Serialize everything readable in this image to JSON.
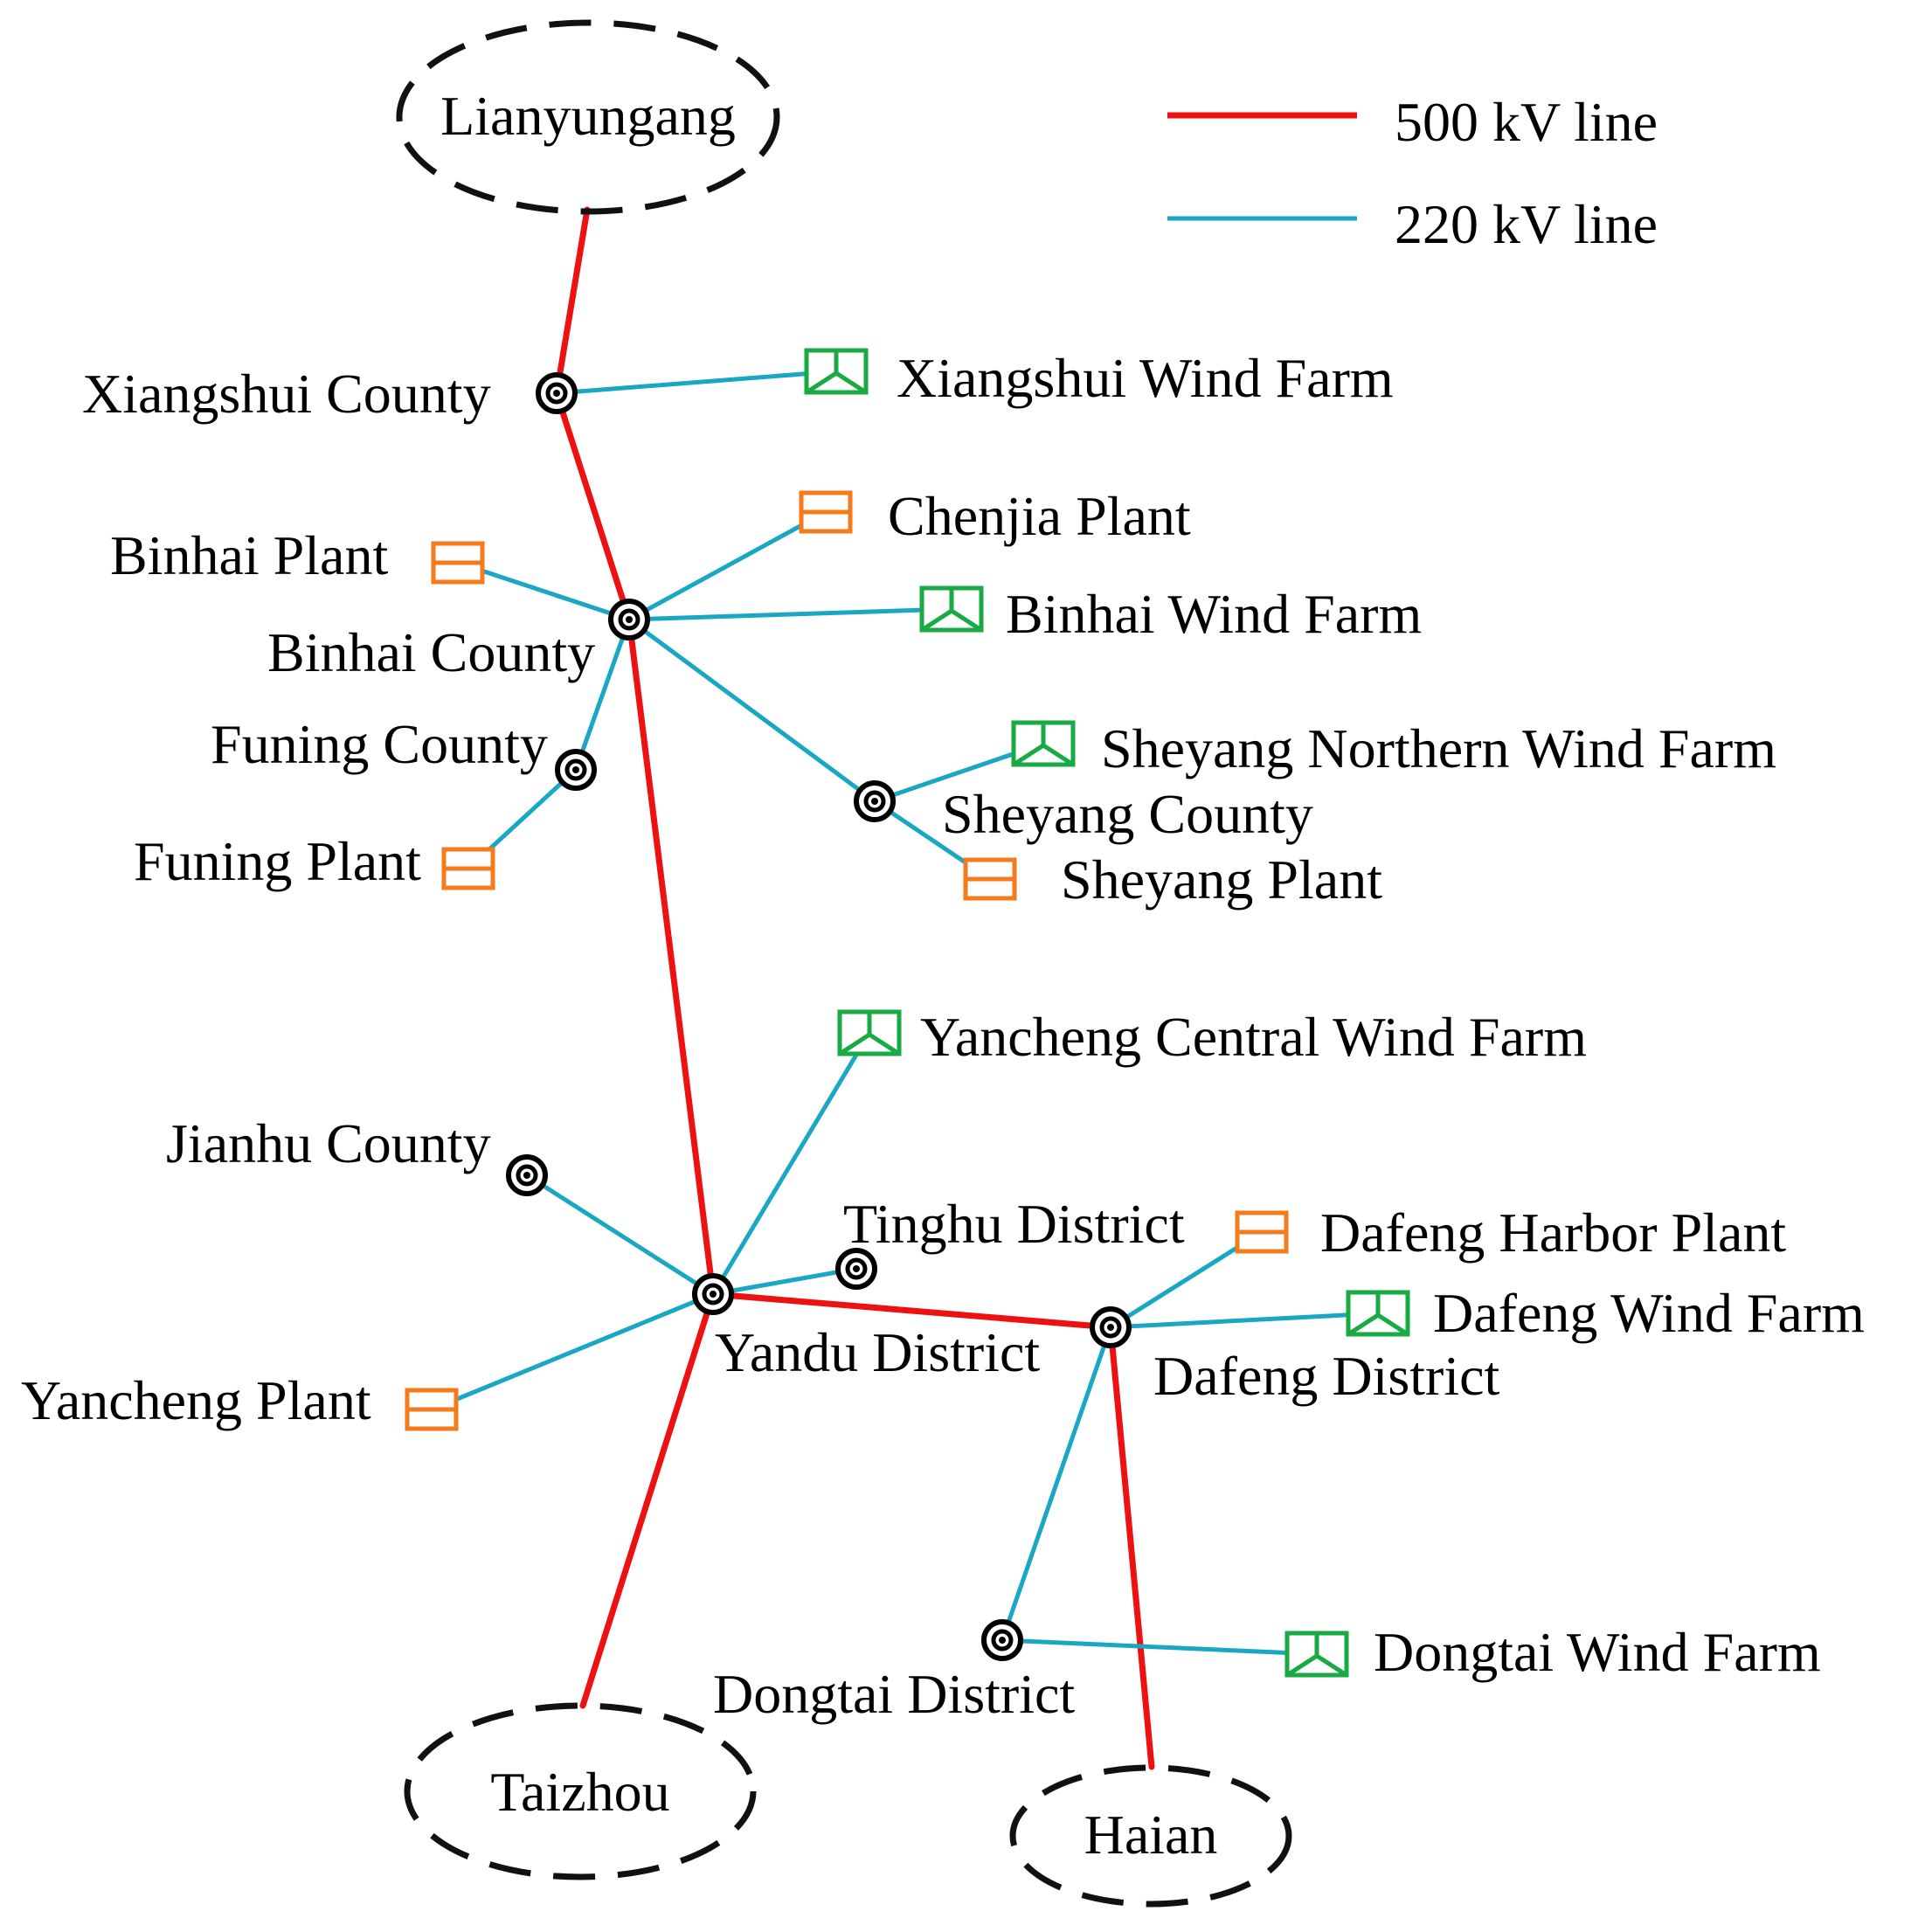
{
  "legend": {
    "line500": {
      "label": "500 kV line",
      "color": "#ee1111"
    },
    "line220": {
      "label": "220 kV line",
      "color": "#1aa7c4"
    }
  },
  "colors": {
    "wind_farm": "#1aaa44",
    "plant": "#f47a1a",
    "substation": "#000000",
    "external": "#111111"
  },
  "icons": {
    "substation": "substation-icon",
    "wind_farm": "wind-farm-icon",
    "plant": "power-plant-icon",
    "external": "external-grid-icon"
  },
  "nodes": {
    "lianyungang": {
      "label": "Lianyungang",
      "kind": "external"
    },
    "taizhou": {
      "label": "Taizhou",
      "kind": "external"
    },
    "haian": {
      "label": "Haian",
      "kind": "external"
    },
    "xiangshui_county": {
      "label": "Xiangshui County",
      "kind": "substation"
    },
    "binhai_county": {
      "label": "Binhai County",
      "kind": "substation"
    },
    "funing_county": {
      "label": "Funing County",
      "kind": "substation"
    },
    "sheyang_county": {
      "label": "Sheyang County",
      "kind": "substation"
    },
    "jianhu_county": {
      "label": "Jianhu County",
      "kind": "substation"
    },
    "tinghu_district": {
      "label": "Tinghu District",
      "kind": "substation"
    },
    "yandu_district": {
      "label": "Yandu District",
      "kind": "substation"
    },
    "dafeng_district": {
      "label": "Dafeng District",
      "kind": "substation"
    },
    "dongtai_district": {
      "label": "Dongtai District",
      "kind": "substation"
    },
    "xiangshui_wind": {
      "label": "Xiangshui Wind Farm",
      "kind": "wind_farm"
    },
    "binhai_wind": {
      "label": "Binhai Wind Farm",
      "kind": "wind_farm"
    },
    "sheyang_north_wind": {
      "label": "Sheyang Northern Wind Farm",
      "kind": "wind_farm"
    },
    "yancheng_central_wind": {
      "label": "Yancheng Central Wind Farm",
      "kind": "wind_farm"
    },
    "dafeng_wind": {
      "label": "Dafeng Wind Farm",
      "kind": "wind_farm"
    },
    "dongtai_wind": {
      "label": "Dongtai Wind Farm",
      "kind": "wind_farm"
    },
    "chenjia_plant": {
      "label": "Chenjia  Plant",
      "kind": "plant"
    },
    "binhai_plant": {
      "label": "Binhai Plant",
      "kind": "plant"
    },
    "funing_plant": {
      "label": "Funing Plant",
      "kind": "plant"
    },
    "sheyang_plant": {
      "label": "Sheyang Plant",
      "kind": "plant"
    },
    "dafeng_harbor_plant": {
      "label": "Dafeng Harbor Plant",
      "kind": "plant"
    },
    "yancheng_plant": {
      "label": "Yancheng Plant",
      "kind": "plant"
    }
  },
  "lines": [
    {
      "from": "lianyungang",
      "to": "xiangshui_county",
      "voltage": "500 kV"
    },
    {
      "from": "xiangshui_county",
      "to": "binhai_county",
      "voltage": "500 kV"
    },
    {
      "from": "binhai_county",
      "to": "yandu_district",
      "voltage": "500 kV"
    },
    {
      "from": "yandu_district",
      "to": "taizhou",
      "voltage": "500 kV"
    },
    {
      "from": "yandu_district",
      "to": "dafeng_district",
      "voltage": "500 kV"
    },
    {
      "from": "dafeng_district",
      "to": "haian",
      "voltage": "500 kV"
    },
    {
      "from": "xiangshui_county",
      "to": "xiangshui_wind",
      "voltage": "220 kV"
    },
    {
      "from": "binhai_plant",
      "to": "binhai_county",
      "voltage": "220 kV"
    },
    {
      "from": "binhai_county",
      "to": "chenjia_plant",
      "voltage": "220 kV"
    },
    {
      "from": "binhai_county",
      "to": "binhai_wind",
      "voltage": "220 kV"
    },
    {
      "from": "binhai_county",
      "to": "funing_county",
      "voltage": "220 kV"
    },
    {
      "from": "funing_county",
      "to": "funing_plant",
      "voltage": "220 kV"
    },
    {
      "from": "binhai_county",
      "to": "sheyang_county",
      "voltage": "220 kV"
    },
    {
      "from": "sheyang_county",
      "to": "sheyang_north_wind",
      "voltage": "220 kV"
    },
    {
      "from": "sheyang_county",
      "to": "sheyang_plant",
      "voltage": "220 kV"
    },
    {
      "from": "jianhu_county",
      "to": "yandu_district",
      "voltage": "220 kV"
    },
    {
      "from": "yandu_district",
      "to": "yancheng_central_wind",
      "voltage": "220 kV"
    },
    {
      "from": "yandu_district",
      "to": "tinghu_district",
      "voltage": "220 kV"
    },
    {
      "from": "yancheng_plant",
      "to": "yandu_district",
      "voltage": "220 kV"
    },
    {
      "from": "dafeng_district",
      "to": "dafeng_harbor_plant",
      "voltage": "220 kV"
    },
    {
      "from": "dafeng_district",
      "to": "dafeng_wind",
      "voltage": "220 kV"
    },
    {
      "from": "dafeng_district",
      "to": "dongtai_district",
      "voltage": "220 kV"
    },
    {
      "from": "dongtai_district",
      "to": "dongtai_wind",
      "voltage": "220 kV"
    }
  ]
}
